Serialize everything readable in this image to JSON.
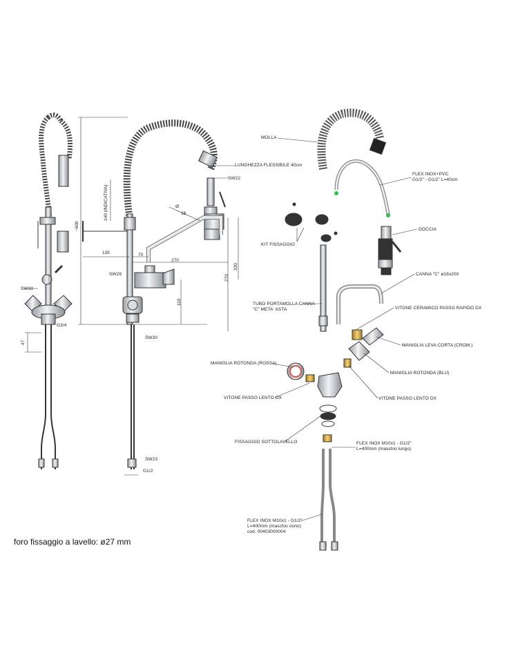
{
  "note": "foro fissaggio a lavello: ø27 mm",
  "left_view": {
    "sw_labels": [
      "SW30",
      "G3/4"
    ],
    "dims": [
      "47"
    ]
  },
  "center_view": {
    "labels": {
      "lunghezza": "LUNGHEZZA FLESSIBILE 40cm",
      "sw22": "SW22",
      "sw29": "SW29",
      "sw30": "SW30",
      "sw23": "SW23",
      "g12": "G1/2"
    },
    "dims": {
      "d600": "~600",
      "d140": "140 (INDICATIVA)",
      "d135": "135",
      "d70": "70",
      "d270h": "270",
      "d330": "330",
      "d270v": "270",
      "d110": "110",
      "d18": "18",
      "phi": "Ø"
    }
  },
  "parts": {
    "molla": "MOLLA",
    "flex_pvc": "FLEX INOX+PVC\nG1/2\" - G1/2\" L=40cm",
    "doccia": "DOCCIA",
    "kit": "KIT FISSAGGIO",
    "canna": "CANNA \"C\" ø18x200",
    "tubo": "TUBO PORTAMOLLA CANNA\n\"C\" META' ASTA",
    "vitone_ceramico": "VITONE CERAMICO PASSO RAPIDO DX",
    "maniglia_leva": "MANIGLIA LEVA CORTA (CROM.)",
    "maniglia_blu": "MANIGLIA ROTONDA (BLU)",
    "maniglia_rossa": "MANIGLIA ROTONDA (ROSSA)",
    "vitone_sx": "VITONE PASSO LENTO DX",
    "vitone_dx": "VITONE PASSO LENTO DX",
    "fissaggio": "FISSAGGIO SOTTOLAVELLO",
    "flex_lungo": "FLEX INOX M10x1 - G1/2\"\nL=400mm (maschio lungo)",
    "flex_corto": "FLEX INOX M10x1 - G1/2\"\nL=400mm (maschio corto)\ncod. 00403000004"
  },
  "colors": {
    "line": "#333333",
    "accent_red": "#d9534f",
    "accent_blue": "#3b6ea8",
    "accent_green": "#2fbf4a",
    "brass": "#d4a73b"
  }
}
